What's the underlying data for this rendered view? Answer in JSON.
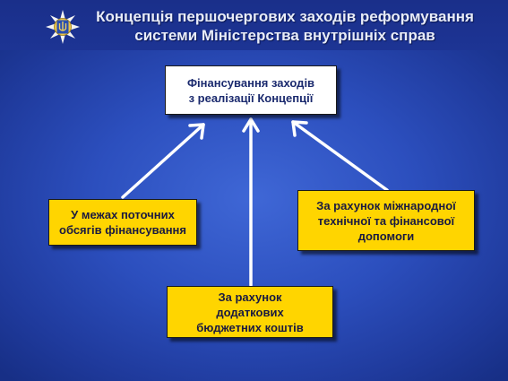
{
  "header": {
    "title_line1": "Концепція першочергових заходів реформування",
    "title_line2": "системи Міністерства внутрішніх справ",
    "emblem_icon": "trident-star-icon"
  },
  "diagram": {
    "top_box": {
      "line1": "Фінансування заходів",
      "line2": "з реалізації Концепції"
    },
    "left_box": {
      "line1": "У межах поточних",
      "line2": "обсягів фінансування"
    },
    "right_box": {
      "line1": "За рахунок міжнародної",
      "line2": "технічної та фінансової",
      "line3": "допомоги"
    },
    "bottom_box": {
      "line1": "За рахунок",
      "line2": "додаткових",
      "line3": "бюджетних коштів"
    }
  },
  "colors": {
    "background": "#2c4fbe",
    "header": "#1a2f8a",
    "yellow_box": "#ffd500",
    "arrow": "#ffffff"
  }
}
